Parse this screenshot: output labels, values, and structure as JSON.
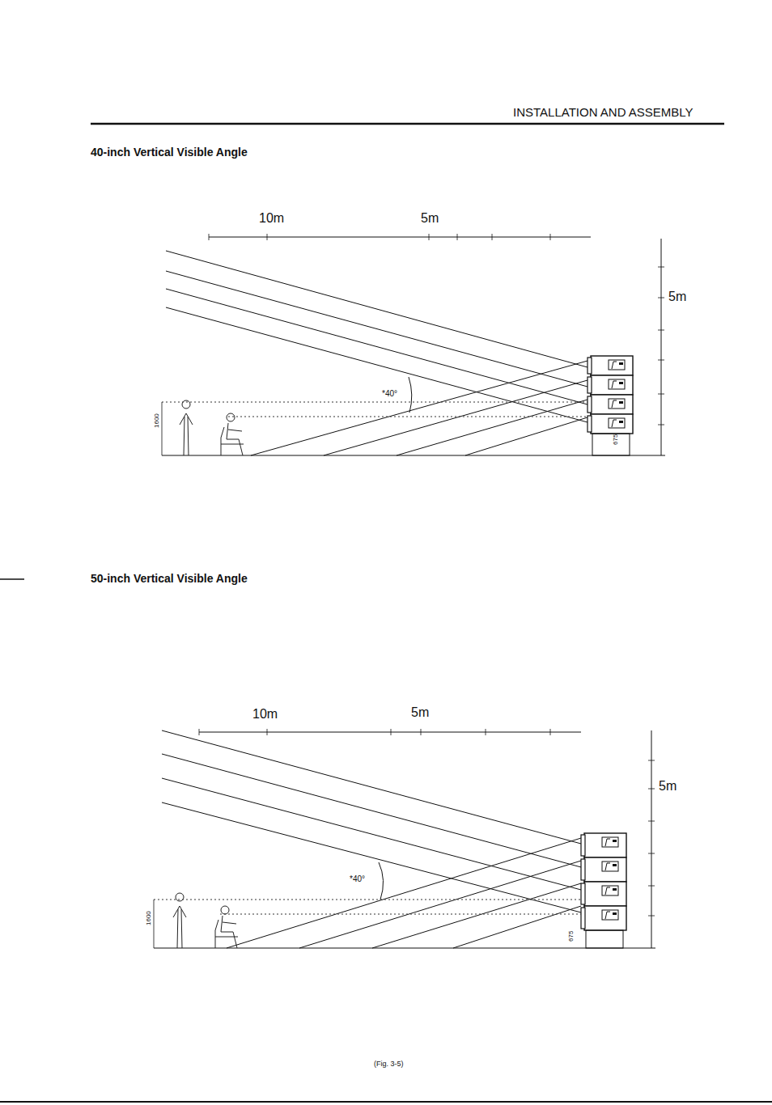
{
  "diagram": {
    "caption": "(Fig. 3-5)",
    "labels": [
      "INSTALLATION AND ASSEMBLY",
      "40-inch Vertical Visible Angle",
      "10m",
      "5m",
      "5m",
      "*40°",
      "1600",
      "675",
      "50-inch Vertical Visible Angle",
      "10m",
      "5m",
      "5m",
      "*40°",
      "1600",
      "675"
    ]
  }
}
